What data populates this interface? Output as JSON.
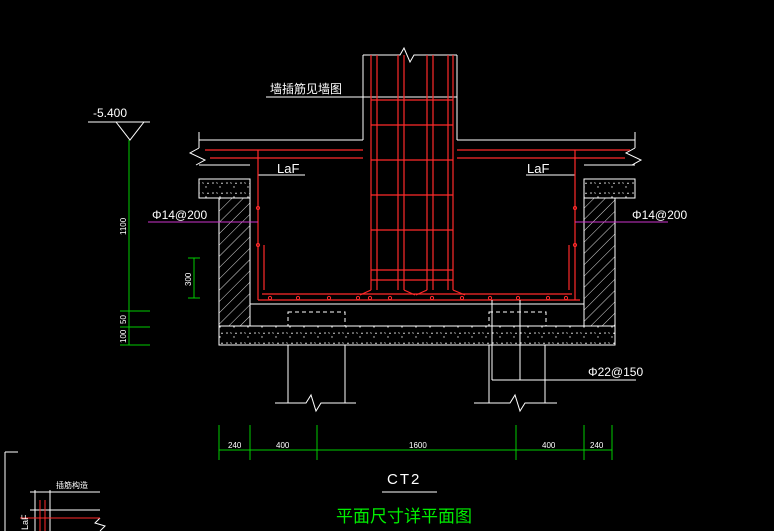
{
  "labels": {
    "wall_note": "墙插筋见墙图",
    "level": "-5.400",
    "laf_left": "LaF",
    "laf_right": "LaF",
    "rebar_left": "Φ14@200",
    "rebar_right": "Φ14@200",
    "rebar_bottom": "Φ22@150",
    "title_code": "CT2",
    "title_name": "平面尺寸详平面图",
    "corner_note": "插筋构造",
    "corner_laf": "LaF"
  },
  "dimensions": {
    "horizontal": [
      "240",
      "400",
      "1600",
      "400",
      "240"
    ],
    "vertical_total": "1100",
    "vertical_300": "300",
    "vertical_50": "50",
    "vertical_100": "100"
  },
  "colors": {
    "background": "#000000",
    "outline": "#ffffff",
    "rebar": "#ff2a2a",
    "dimension": "#00cc00",
    "leader": "#cc33cc",
    "title": "#00ee00"
  }
}
